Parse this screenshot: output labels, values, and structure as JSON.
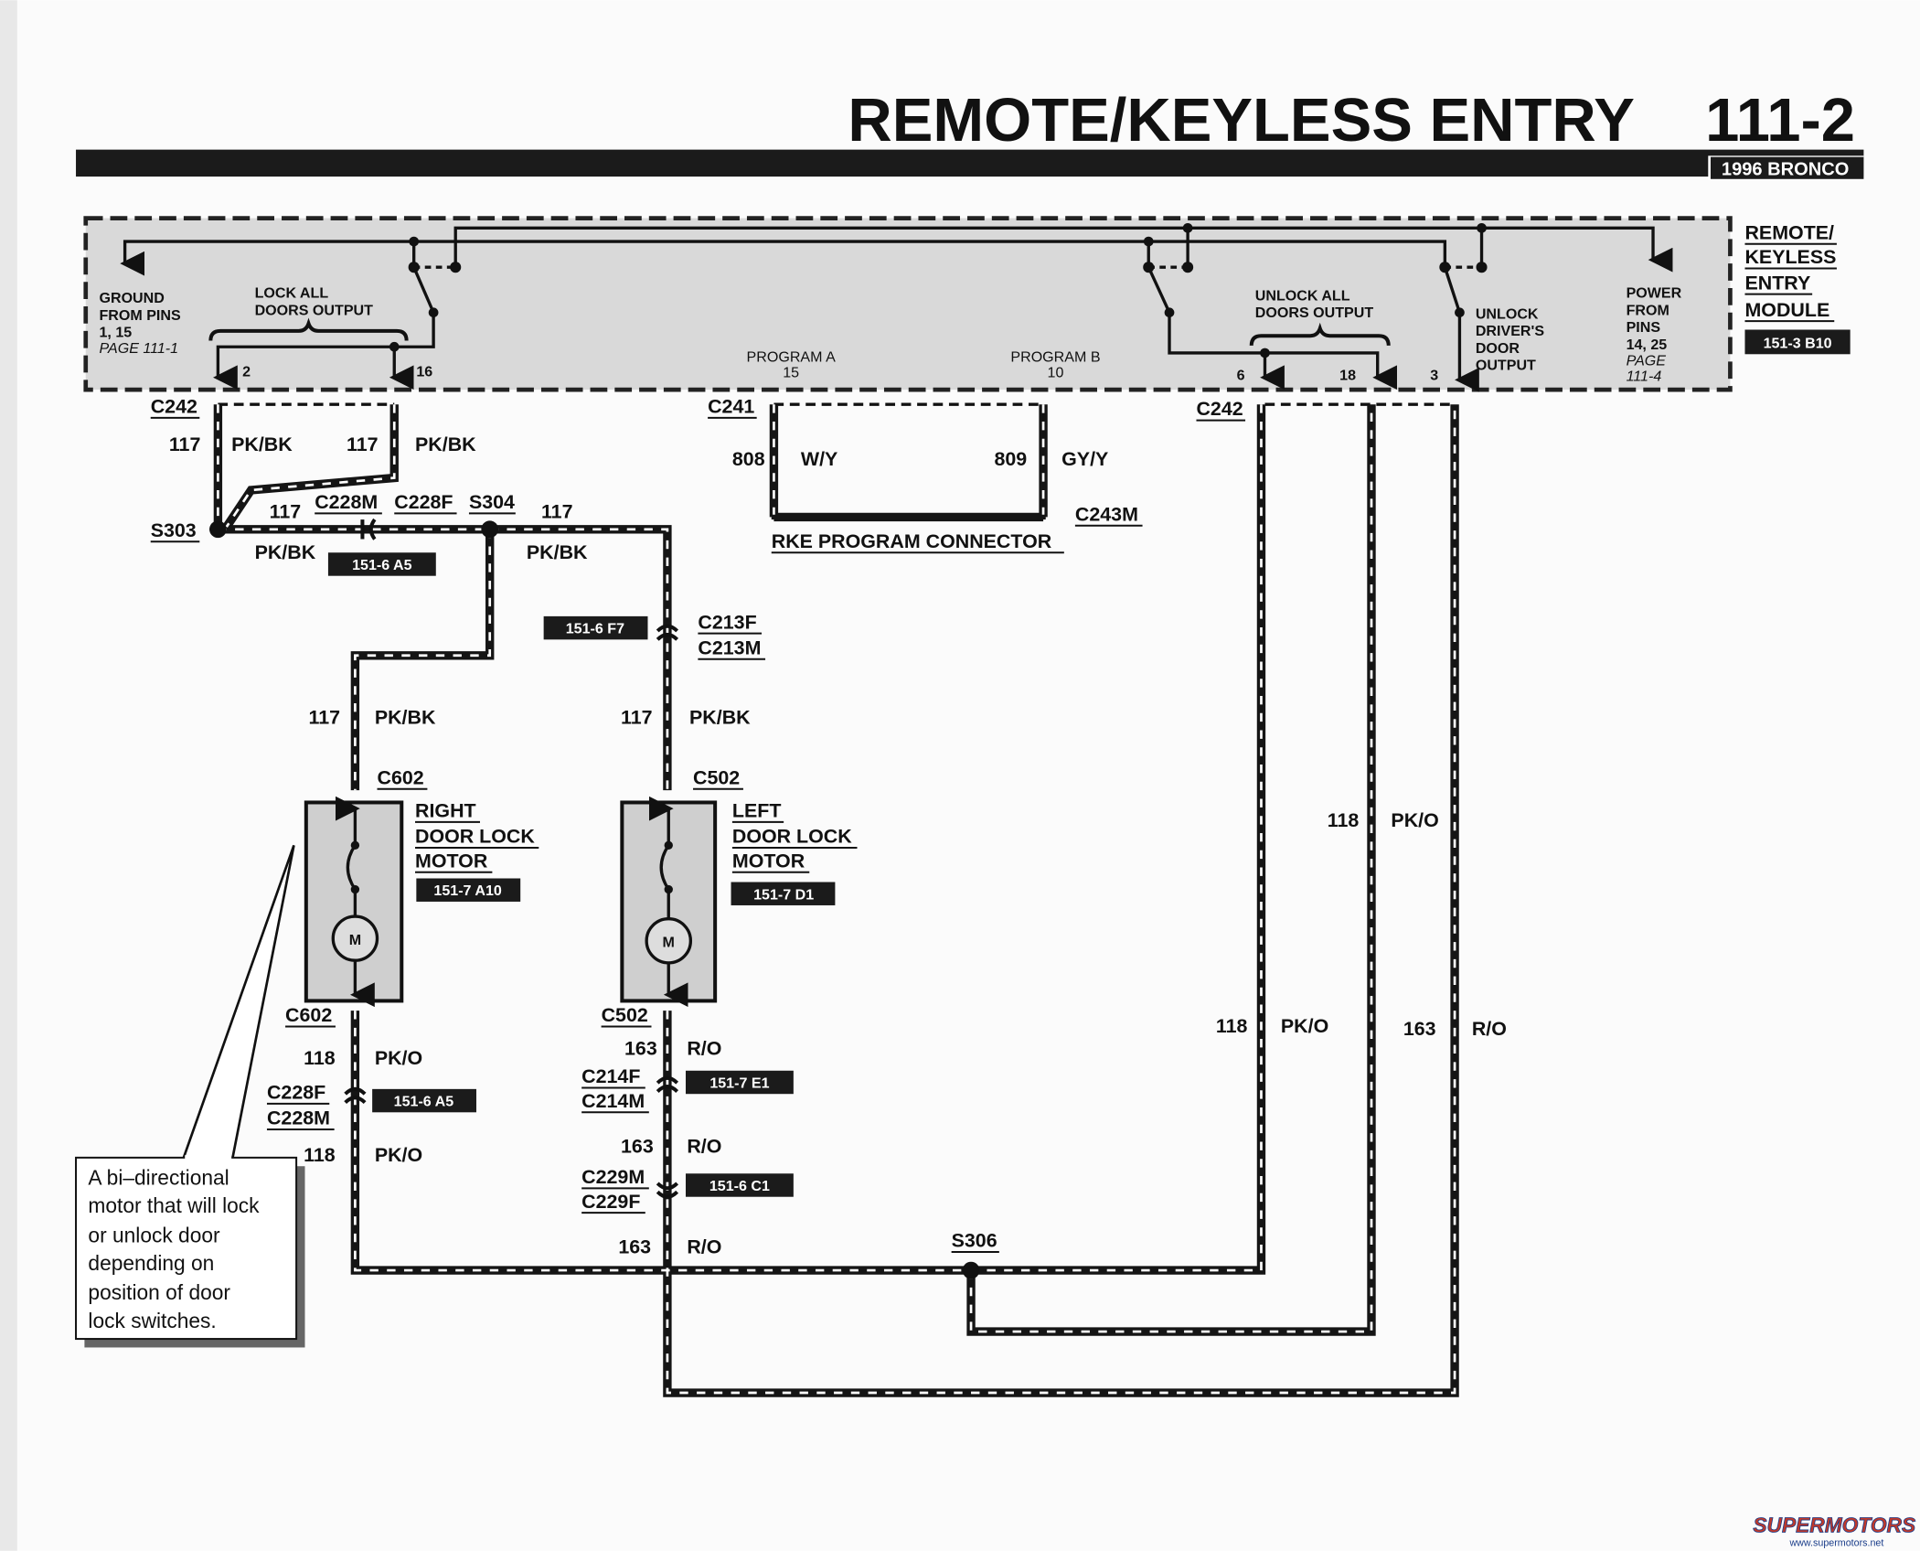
{
  "header": {
    "title": "REMOTE/KEYLESS ENTRY",
    "page_number": "111-2",
    "vehicle": "1996 BRONCO"
  },
  "module": {
    "name_lines": [
      "REMOTE/",
      "KEYLESS",
      "ENTRY",
      "MODULE"
    ],
    "ref": "151-3 B10",
    "ground_label": [
      "GROUND",
      "FROM PINS",
      "1, 15",
      "PAGE 111-1"
    ],
    "lock_label": [
      "LOCK ALL",
      "DOORS OUTPUT"
    ],
    "unlock_label": [
      "UNLOCK ALL",
      "DOORS OUTPUT"
    ],
    "unlock_driver_label": [
      "UNLOCK",
      "DRIVER'S",
      "DOOR",
      "OUTPUT"
    ],
    "power_label": [
      "POWER",
      "FROM",
      "PINS",
      "14, 25",
      "PAGE",
      "111-4"
    ],
    "program_a": "PROGRAM A",
    "program_a_pin": "15",
    "program_b": "PROGRAM B",
    "program_b_pin": "10",
    "pins": [
      "2",
      "16",
      "6",
      "18",
      "3"
    ]
  },
  "connectors": {
    "c242_left": "C242",
    "c241": "C241",
    "c242_right": "C242",
    "c228m_top": "C228M",
    "c228f_top": "C228F",
    "s304": "S304",
    "s303": "S303",
    "c243m": "C243M",
    "rke_program": "RKE PROGRAM CONNECTOR",
    "c213f": "C213F",
    "c213m": "C213M",
    "c602_top": "C602",
    "c502_top": "C502",
    "c602_bot": "C602",
    "c502_bot": "C502",
    "c228f_bot": "C228F",
    "c228m_bot": "C228M",
    "c214f": "C214F",
    "c214m": "C214M",
    "c229m": "C229M",
    "c229f": "C229F",
    "s306": "S306"
  },
  "wires": {
    "w117": "117",
    "pkbk": "PK/BK",
    "w808": "808",
    "wy": "W/Y",
    "w809": "809",
    "gyy": "GY/Y",
    "w118": "118",
    "pko": "PK/O",
    "w163": "163",
    "ro": "R/O"
  },
  "tags": [
    "151-6 A5",
    "151-6 F7",
    "151-7 A10",
    "151-7 D1",
    "151-6 A5",
    "151-7 E1",
    "151-6 C1"
  ],
  "motors": {
    "right": [
      "RIGHT",
      "DOOR LOCK",
      "MOTOR"
    ],
    "left": [
      "LEFT",
      "DOOR LOCK",
      "MOTOR"
    ],
    "symbol": "M"
  },
  "callout": [
    "A bi–directional",
    "motor that will lock",
    "or unlock door",
    "depending on",
    "position of door",
    "lock switches."
  ],
  "watermark": {
    "brand": "SUPERMOTORS",
    "url": "www.supermotors.net"
  }
}
